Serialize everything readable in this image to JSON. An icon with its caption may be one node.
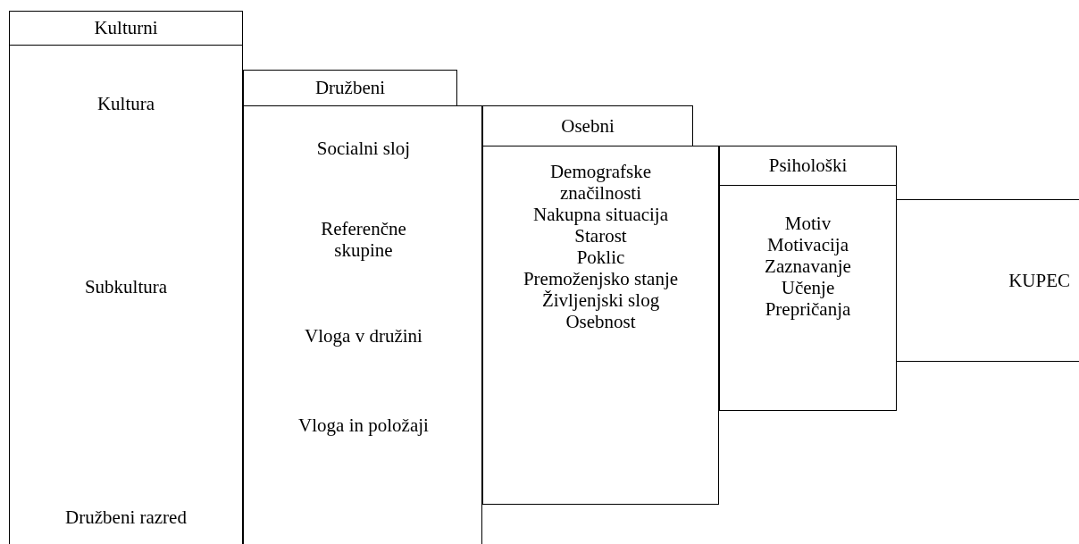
{
  "diagram": {
    "nodes": [
      {
        "text": [
          "Kulturni",
          "Kultura",
          "Subkultura",
          "Družbeni razred"
        ]
      },
      {
        "text": [
          "Družbeni",
          "Socialni sloj",
          "Referenčne skupine",
          "Vloga v družini",
          "Vloga in položaji"
        ]
      },
      {
        "text": [
          "Osebni",
          "Demografske značilnosti",
          "Nakupna situacija",
          "Starost",
          "Poklic",
          "Premoženjsko stanje",
          "Življenjski slog",
          "Osebnost"
        ]
      },
      {
        "text": [
          "Psihološki",
          "Motiv",
          "Motivacija",
          "Zaznavanje",
          "Učenje",
          "Prepričanja"
        ]
      },
      {
        "text": [
          "KUPEC"
        ]
      }
    ]
  }
}
